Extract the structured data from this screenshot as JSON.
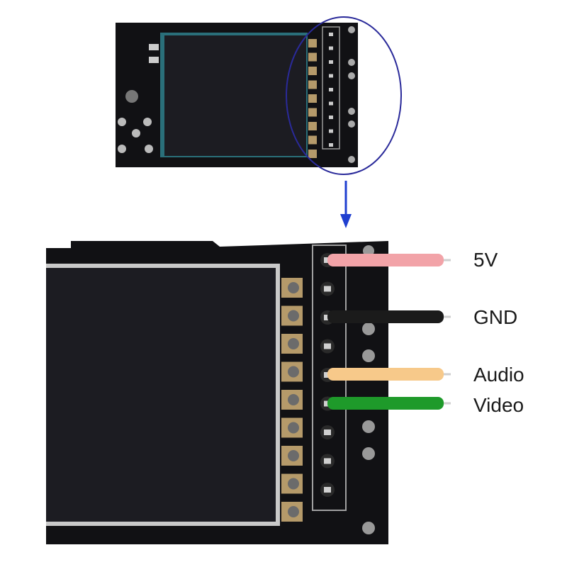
{
  "diagram": {
    "labels": {
      "five_v": "5V",
      "gnd": "GND",
      "audio": "Audio",
      "video": "Video"
    },
    "colors": {
      "board": "#111114",
      "screen": "#1c1c22",
      "highlight_ellipse": "#2a2a9a",
      "arrow": "#1f3fd0",
      "wire_5v": "#f2a3a8",
      "wire_gnd": "#1b1b1b",
      "wire_audio": "#f7c98a",
      "wire_video": "#1e9a2a"
    },
    "header_pin_count": 9,
    "side_pad_count": 9
  }
}
